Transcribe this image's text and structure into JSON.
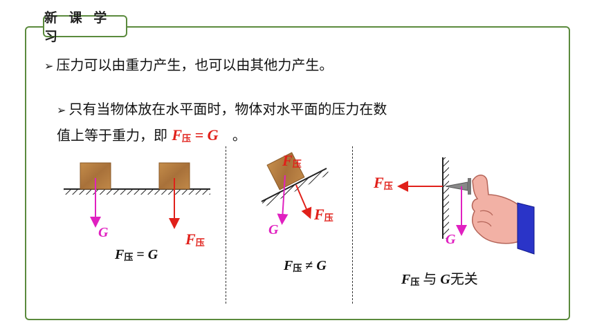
{
  "section_tag": "新 课 学 习",
  "line1": "压力可以由重力产生，也可以由其他力产生。",
  "line2": "只有当物体放在水平面时，物体对水平面的压力在数",
  "line3_prefix": "值上等于重力，即",
  "line3_suffix": "。",
  "labels": {
    "F": "F",
    "ya": "压",
    "G": "G",
    "eq": "=",
    "neq": "≠",
    "unrelated_mid": "与",
    "unrelated_tail": "无关"
  },
  "colors": {
    "border": "#5a8a3c",
    "red": "#e0201a",
    "magenta": "#e020c0",
    "wood": "#b07a3a"
  }
}
